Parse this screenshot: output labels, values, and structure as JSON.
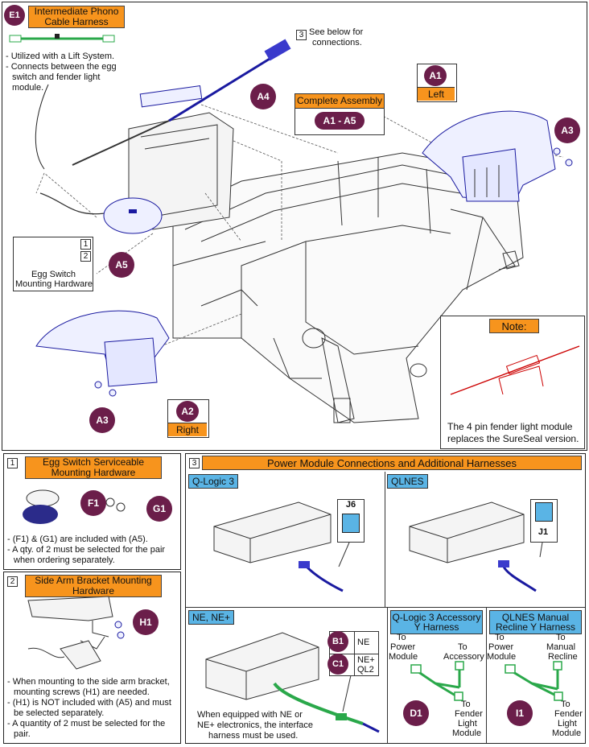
{
  "top": {
    "e1": {
      "badge": "E1",
      "title": "Intermediate Phono Cable Harness",
      "notes": [
        "- Utilized with a Lift System.",
        "- Connects between the egg",
        "switch and fender light module."
      ]
    },
    "callout3": {
      "num": "3",
      "text1": "See below for",
      "text2": "connections."
    },
    "complete": {
      "label": "Complete Assembly",
      "badge": "A1 - A5"
    },
    "a1": {
      "badge": "A1",
      "label": "Left"
    },
    "a2": {
      "badge": "A2",
      "label": "Right"
    },
    "a3": "A3",
    "a4": "A4",
    "a5": {
      "badge": "A5",
      "num1": "1",
      "num2": "2",
      "label1": "Egg Switch",
      "label2": "Mounting Hardware"
    },
    "note": {
      "title": "Note:",
      "text1": "The 4 pin fender light module",
      "text2": "replaces the SureSeal version."
    }
  },
  "panel1": {
    "num": "1",
    "title": "Egg Switch Serviceable Mounting Hardware",
    "f1": "F1",
    "g1": "G1",
    "notes": [
      "- (F1) & (G1) are included with (A5).",
      "- A qty. of 2 must be selected for the pair",
      "when ordering separately."
    ]
  },
  "panel2": {
    "num": "2",
    "title": "Side Arm Bracket Mounting Hardware",
    "h1": "H1",
    "notes": [
      "- When mounting to the side arm bracket,",
      "mounting screws (H1) are needed.",
      "- (H1) is NOT included with (A5) and must",
      "be selected separately.",
      "- A quantity of 2 must be selected for the",
      "pair."
    ]
  },
  "panel3": {
    "num": "3",
    "title": "Power Module Connections and Additional Harnesses",
    "ql3": {
      "label": "Q-Logic 3",
      "pin": "J6"
    },
    "qlnes": {
      "label": "QLNES",
      "pin": "J1"
    },
    "ne": {
      "label": "NE, NE+",
      "b1": "B1",
      "b1_text": "NE",
      "c1": "C1",
      "c1_text1": "NE+",
      "c1_text2": "QL2",
      "foot1": "When equipped with NE or",
      "foot2": "NE+ electronics, the interface",
      "foot3": "harness must be used."
    },
    "yq": {
      "title1": "Q-Logic 3 Accessory",
      "title2": "Y Harness",
      "badge": "D1",
      "l1": [
        "To",
        "Power",
        "Module"
      ],
      "l2": [
        "To",
        "Accessory"
      ],
      "l3": [
        "To",
        "Fender",
        "Light",
        "Module"
      ]
    },
    "yn": {
      "title1": "QLNES Manual",
      "title2": "Recline Y Harness",
      "badge": "I1",
      "l1": [
        "To",
        "Power",
        "Module"
      ],
      "l2": [
        "To",
        "Manual",
        "Recline"
      ],
      "l3": [
        "To",
        "Fender",
        "Light",
        "Module"
      ]
    }
  },
  "colors": {
    "accent": "#f7941d",
    "badge": "#6b1e4a",
    "panel_label": "#5ab4e5",
    "harness": "#2aa84a",
    "wire": "#1a1aa0"
  }
}
